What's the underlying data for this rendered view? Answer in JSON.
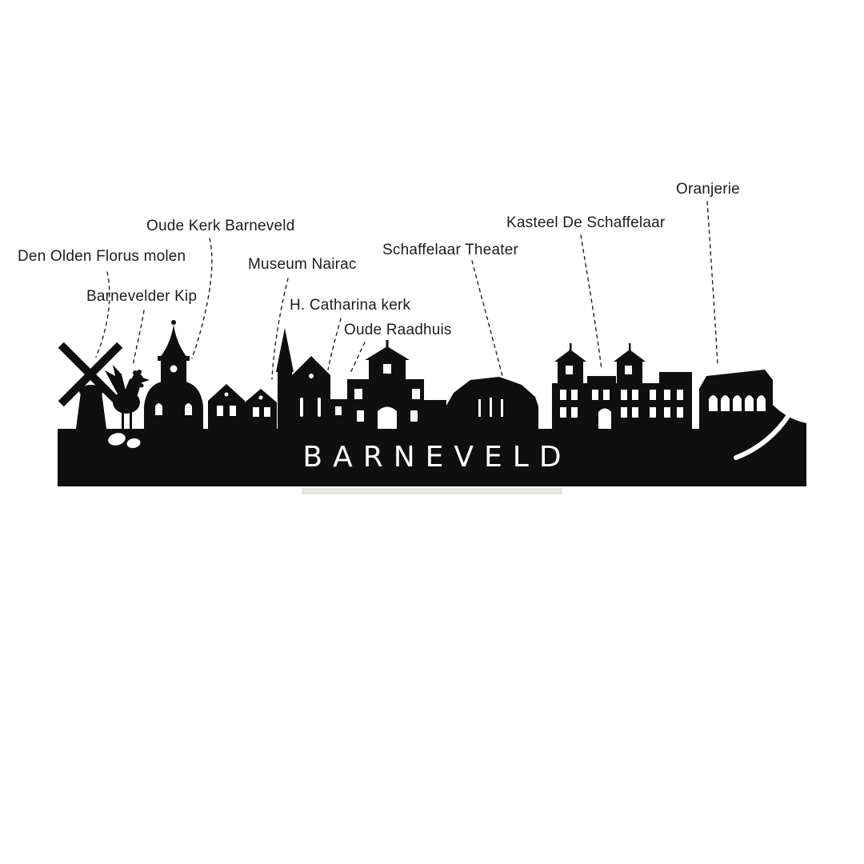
{
  "title": "BARNEVELD",
  "labels": [
    {
      "text": "Den Olden Florus molen"
    },
    {
      "text": "Barnevelder Kip"
    },
    {
      "text": "Oude Kerk Barneveld"
    },
    {
      "text": "Museum Nairac"
    },
    {
      "text": "H. Catharina kerk"
    },
    {
      "text": "Oude Raadhuis"
    },
    {
      "text": "Schaffelaar Theater"
    },
    {
      "text": "Kasteel De Schaffelaar"
    },
    {
      "text": "Oranjerie"
    }
  ],
  "colors": {
    "background": "#ffffff",
    "silhouette": "#0f0f0f",
    "label_text": "#1c1c1c",
    "stand": "#eceae6",
    "stand_edge": "#d8d5d0",
    "title_text": "#ffffff"
  }
}
